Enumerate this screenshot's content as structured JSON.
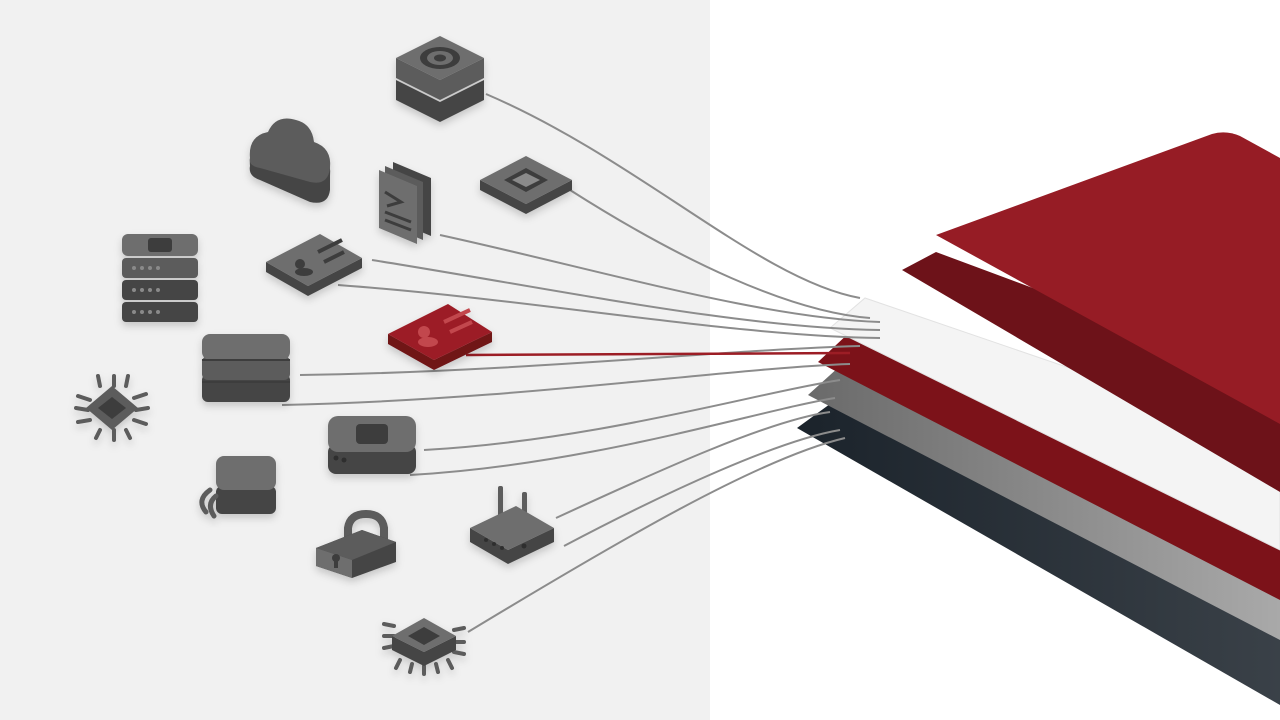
{
  "colors": {
    "background_left": "#f1f1f1",
    "background_right": "#ffffff",
    "icon_gray": "#5b5b5b",
    "connector_gray": "#8c8c8c",
    "accent_red": "#9c1d25",
    "layer_red_top": "#961c25",
    "layer_red_dark": "#6d1219",
    "layer_white": "#f4f4f4",
    "layer_gray": "#5f5f60",
    "layer_navy": "#1b232b"
  },
  "icons": [
    "wifi-router-stack-icon",
    "cloud-icon",
    "chip-tile-icon",
    "document-stack-icon",
    "server-stack-icon",
    "id-card-icon",
    "highlighted-id-card-icon",
    "database-stack-icon",
    "cpu-chip-icon",
    "device-box-icon",
    "storage-block-icon",
    "padlock-icon",
    "wireless-router-icon",
    "processor-icon"
  ],
  "layers": [
    "red-layer-top",
    "red-layer-dark",
    "white-layer",
    "red-layer-middle",
    "gray-layer",
    "navy-layer"
  ]
}
